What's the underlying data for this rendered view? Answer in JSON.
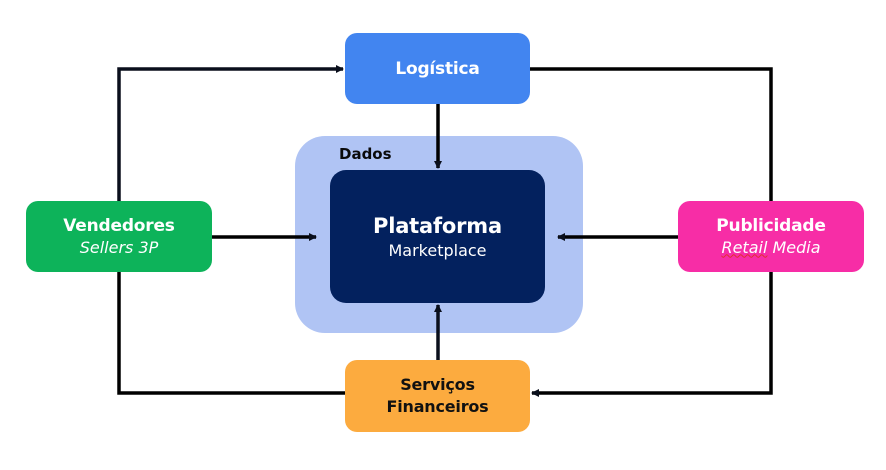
{
  "diagram": {
    "outer_group": {
      "label": "Dados",
      "color": "#b0c4f4"
    },
    "center": {
      "title": "Plataforma",
      "subtitle": "Marketplace",
      "color": "#03215e"
    },
    "nodes": {
      "logistica": {
        "title": "Logística",
        "color": "#4285f0"
      },
      "vendedores": {
        "title": "Vendedores",
        "subtitle": "Sellers 3P",
        "color": "#0db35a"
      },
      "publicidade": {
        "title": "Publicidade",
        "subtitle_word1": "Retail",
        "subtitle_word2": "Media",
        "color": "#f72da6"
      },
      "servicos": {
        "title_line1": "Serviços",
        "title_line2": "Financeiros",
        "color": "#fcab3f"
      }
    },
    "edges": [
      {
        "from": "Vendedores",
        "to": "Logística"
      },
      {
        "from": "Logística",
        "to": "Plataforma"
      },
      {
        "from": "Vendedores",
        "to": "Plataforma"
      },
      {
        "from": "Publicidade",
        "to": "Plataforma"
      },
      {
        "from": "Serviços Financeiros",
        "to": "Plataforma"
      },
      {
        "from": "Logística",
        "to": "Publicidade",
        "arrow": false
      },
      {
        "from": "Publicidade",
        "to": "Serviços Financeiros"
      },
      {
        "from": "Vendedores",
        "to": "Serviços Financeiros",
        "arrow": false
      }
    ],
    "line_color": "#0a0f1c"
  }
}
